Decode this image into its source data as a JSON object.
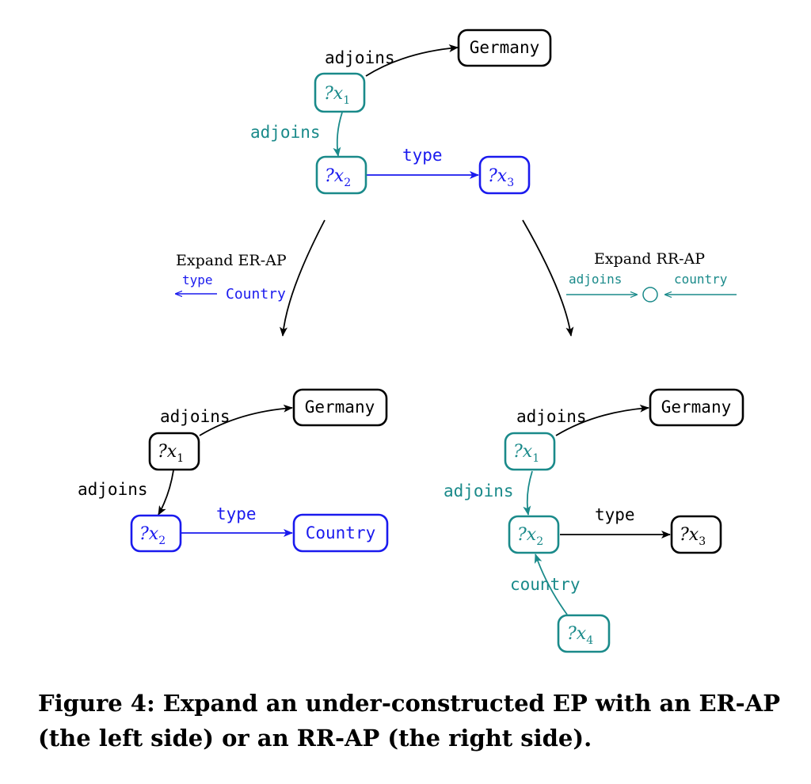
{
  "colors": {
    "black": "#000000",
    "teal": "#1a8a8a",
    "blue": "#1a1aee"
  },
  "top": {
    "germany": "Germany",
    "x1": "?x",
    "x1_sub": "1",
    "x2": "?x",
    "x2_sub": "2",
    "x3": "?x",
    "x3_sub": "3",
    "edge_x1_germany": "adjoins",
    "edge_x1_x2": "adjoins",
    "edge_x2_x3": "type"
  },
  "expand_left": {
    "title": "Expand ER-AP",
    "edge": "type",
    "node": "Country"
  },
  "expand_right": {
    "title": "Expand RR-AP",
    "edge_left": "adjoins",
    "edge_right": "country"
  },
  "left": {
    "germany": "Germany",
    "x1": "?x",
    "x1_sub": "1",
    "x2": "?x",
    "x2_sub": "2",
    "country": "Country",
    "edge_x1_germany": "adjoins",
    "edge_x1_x2": "adjoins",
    "edge_x2_country": "type"
  },
  "right": {
    "germany": "Germany",
    "x1": "?x",
    "x1_sub": "1",
    "x2": "?x",
    "x2_sub": "2",
    "x3": "?x",
    "x3_sub": "3",
    "x4": "?x",
    "x4_sub": "4",
    "edge_x1_germany": "adjoins",
    "edge_x1_x2": "adjoins",
    "edge_x2_x3": "type",
    "edge_x4_x2": "country"
  },
  "caption": {
    "line1": "Figure 4: Expand an under-constructed EP with an ER-AP",
    "line2": "(the left side) or an RR-AP (the right side)."
  }
}
